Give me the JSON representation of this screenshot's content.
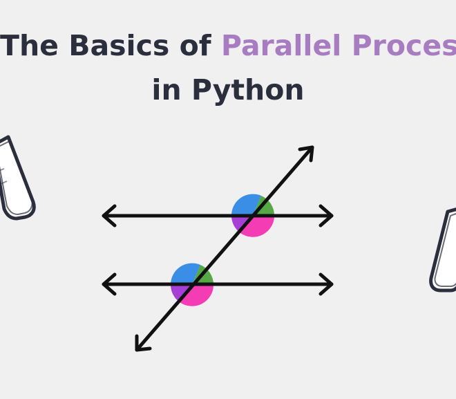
{
  "title": {
    "line1_part1": "The Basics of ",
    "line1_accent": "Parallel Processing",
    "line2": "in Python"
  },
  "colors": {
    "background": "#f1f0f1",
    "title_text": "#2b2e3c",
    "title_accent": "#a77cc0",
    "line": "#111111",
    "angle_blue": "#3b8ee6",
    "angle_green": "#55a845",
    "angle_purple": "#a53fd6",
    "angle_pink": "#f43cb4",
    "pencil_outline": "#2b2e3c",
    "pencil_fill": "#ffffff"
  },
  "illustration": {
    "description_icons": [
      "parallel-lines-transversal",
      "pencil-sketch-left",
      "pencil-sketch-right"
    ]
  }
}
